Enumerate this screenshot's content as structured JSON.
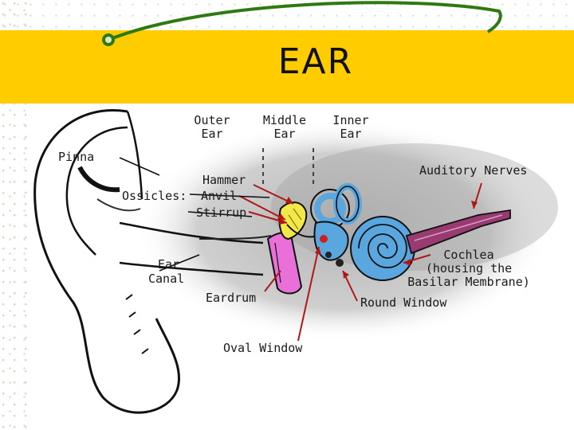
{
  "slide": {
    "title": "EAR"
  },
  "diagram": {
    "section_labels": [
      {
        "id": "outer-ear",
        "line1": "Outer",
        "line2": "Ear"
      },
      {
        "id": "middle-ear",
        "line1": "Middle",
        "line2": "Ear"
      },
      {
        "id": "inner-ear",
        "line1": "Inner",
        "line2": "Ear"
      }
    ],
    "labels": {
      "pinna": "Pinna",
      "hammer": "Hammer",
      "ossicles": "Ossicles:",
      "anvil": "Anvil",
      "stirrup": "Stirrup",
      "ear_canal_1": "Ear",
      "ear_canal_2": "Canal",
      "eardrum": "Eardrum",
      "oval_window": "Oval Window",
      "auditory_nerves": "Auditory Nerves",
      "cochlea_1": "Cochlea",
      "cochlea_2": "(housing the",
      "cochlea_3": "Basilar Membrane)",
      "round_window": "Round Window"
    },
    "colors": {
      "title_band": "#ffcc00",
      "cochlea": "#5aa7e0",
      "ossicles": "#f2e84a",
      "eardrum": "#e870d8",
      "pointer": "#b01818",
      "nerve": "#9a3a72"
    }
  }
}
